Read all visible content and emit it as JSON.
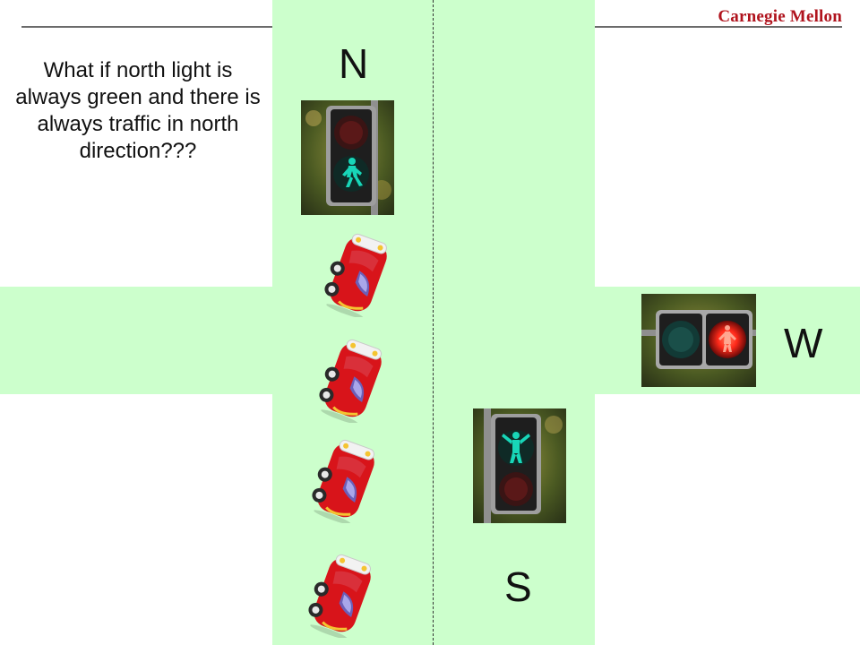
{
  "header": {
    "brand": "Carnegie Mellon"
  },
  "question": "What if north light is always green and there is always traffic in north direction???",
  "labels": {
    "north": "N",
    "south": "S",
    "west": "W"
  },
  "colors": {
    "road": "#ccffcc",
    "brand": "#b0141e",
    "car": "#d8141a",
    "light_green": "#17c9b0",
    "light_red": "#ff2a1a"
  },
  "traffic_lights": [
    {
      "id": "north",
      "type": "pedestrian-vertical",
      "red_on": false,
      "green_on": true,
      "icon": "walking-figure-icon"
    },
    {
      "id": "south",
      "type": "pedestrian-vertical",
      "red_on": false,
      "green_on": true,
      "icon": "standing-figure-icon"
    },
    {
      "id": "west",
      "type": "horizontal",
      "green_on": false,
      "red_on": true
    }
  ],
  "cars": {
    "count": 4,
    "direction": "north",
    "icon": "car-icon"
  }
}
